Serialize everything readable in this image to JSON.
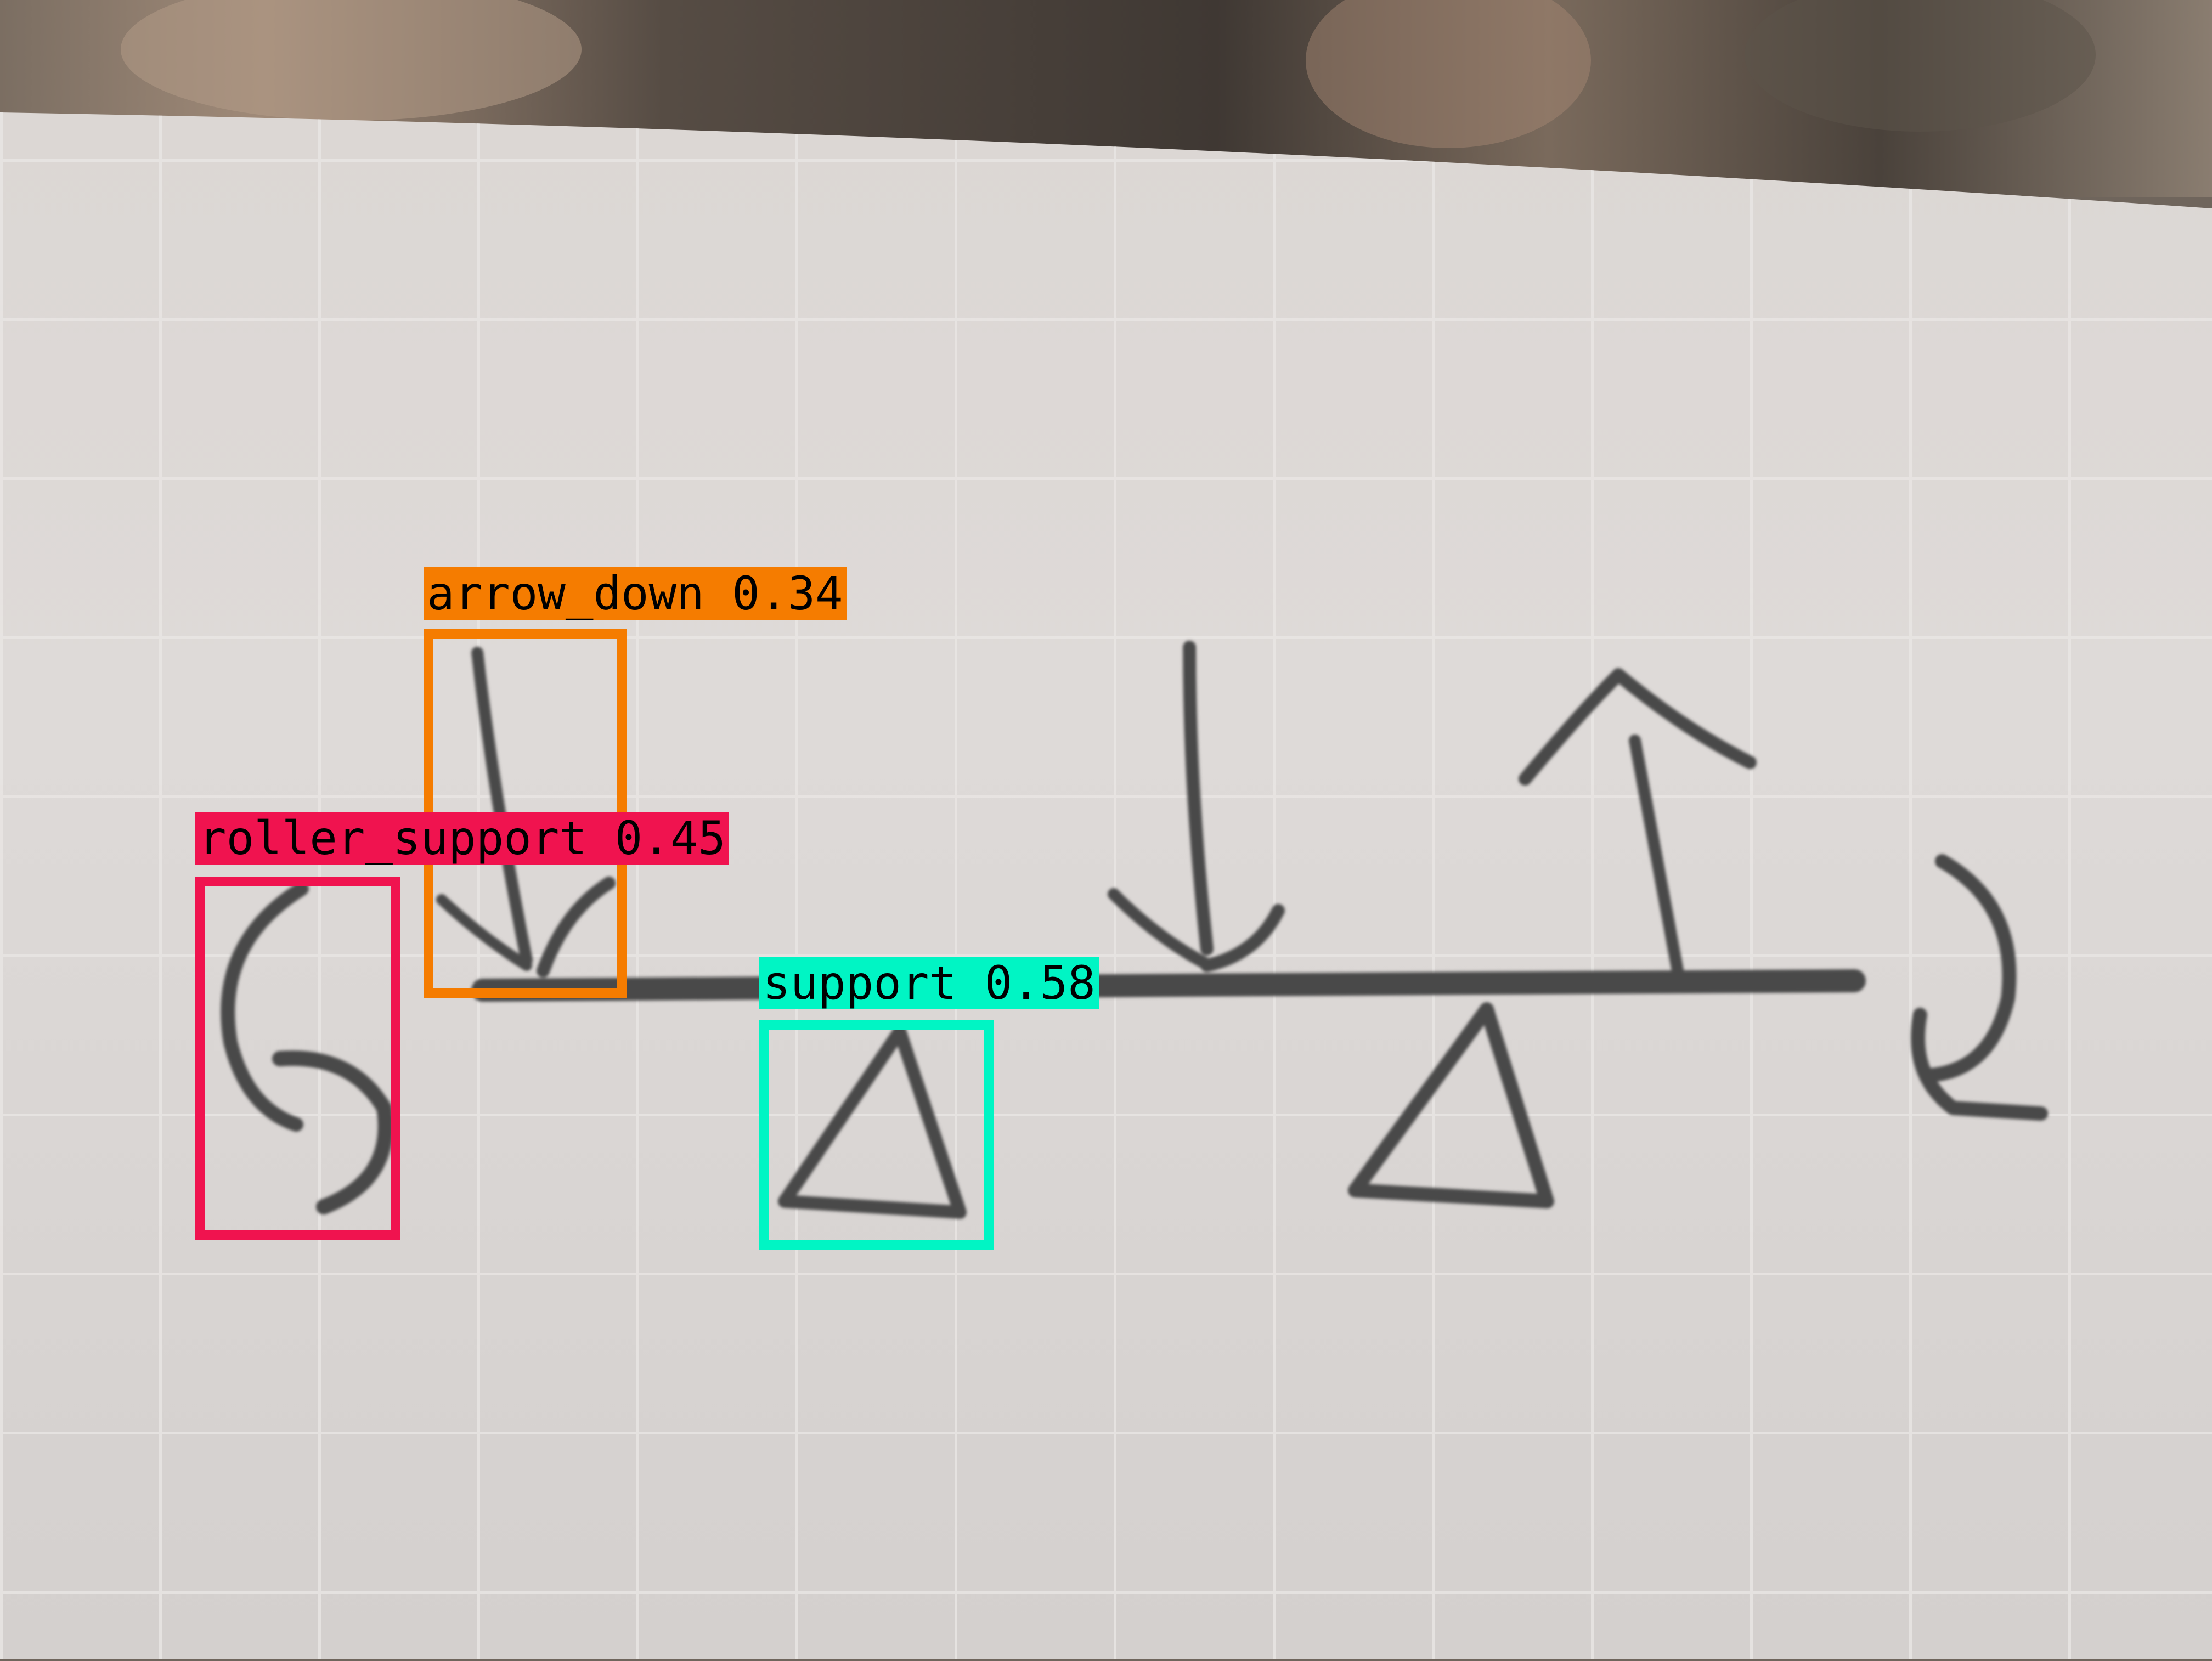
{
  "detections": [
    {
      "id": "arrow",
      "label": "arrow_down",
      "score": "0.34",
      "color": "#f57c00"
    },
    {
      "id": "roller",
      "label": "roller_support",
      "score": "0.45",
      "color": "#f0134f"
    },
    {
      "id": "support",
      "label": "support",
      "score": "0.58",
      "color": "#00f5c4"
    }
  ],
  "labels": {
    "arrow": "arrow_down 0.34",
    "roller": "roller_support 0.45",
    "support": "support 0.58"
  }
}
